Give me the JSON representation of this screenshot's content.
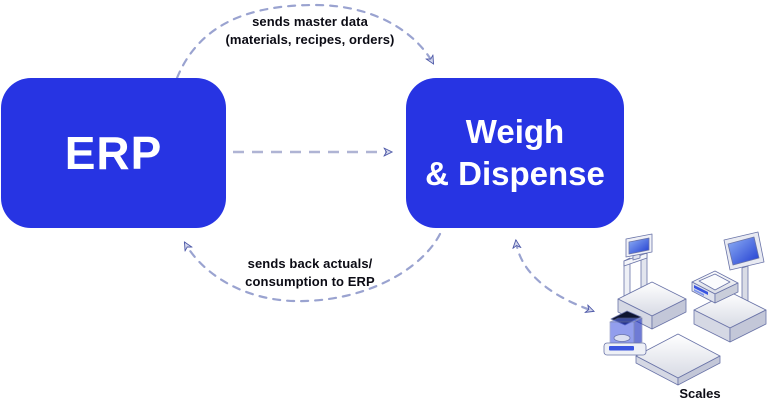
{
  "diagram": {
    "nodes": {
      "erp": {
        "label": "ERP"
      },
      "weigh_dispense": {
        "line1": "Weigh",
        "line2": "& Dispense"
      }
    },
    "connectors": {
      "erp_to_wd_top": {
        "line1": "sends master data",
        "line2": "(materials, recipes, orders)"
      },
      "wd_to_erp_bottom": {
        "line1": "sends back actuals/",
        "line2": "consumption to ERP"
      }
    },
    "scales": {
      "label": "Scales"
    },
    "colors": {
      "node_blue": "#2734E3",
      "node_text": "#FFFFFF",
      "dash": "#9AA3D0",
      "label_text": "#0B0B14"
    }
  }
}
